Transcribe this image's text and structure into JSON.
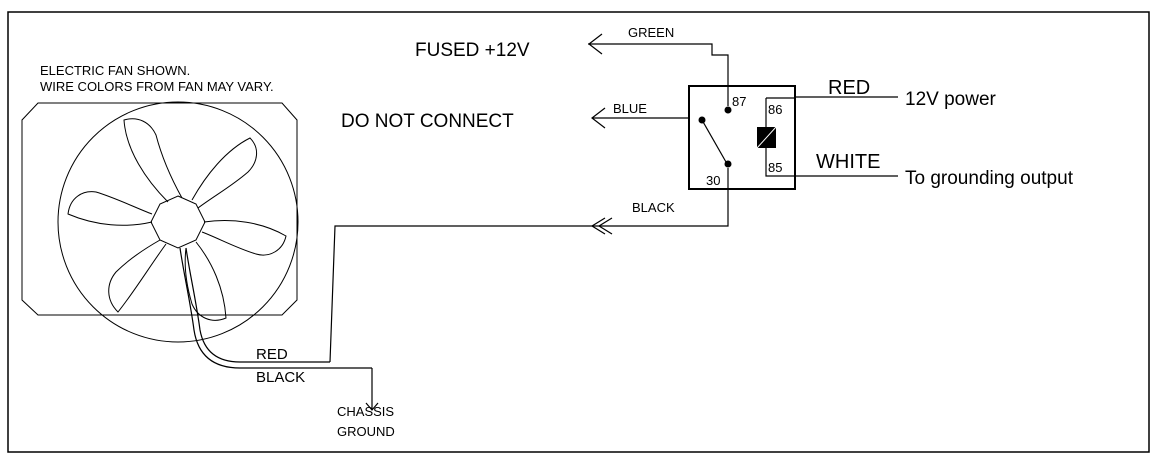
{
  "note": {
    "line1": "ELECTRIC FAN SHOWN.",
    "line2": "WIRE COLORS FROM FAN MAY VARY."
  },
  "outputs": {
    "fused": "FUSED +12V",
    "no_connect": "DO NOT CONNECT"
  },
  "wire_colors": {
    "green": "GREEN",
    "blue": "BLUE",
    "black": "BLACK",
    "red_relay": "RED",
    "white": "WHITE",
    "fan_red": "RED",
    "fan_black": "BLACK"
  },
  "relay": {
    "pin87": "87",
    "pin86": "86",
    "pin85": "85",
    "pin30": "30"
  },
  "inputs": {
    "power": "12V power",
    "ground_output": "To grounding output"
  },
  "ground": {
    "line1": "CHASSIS",
    "line2": "GROUND"
  }
}
